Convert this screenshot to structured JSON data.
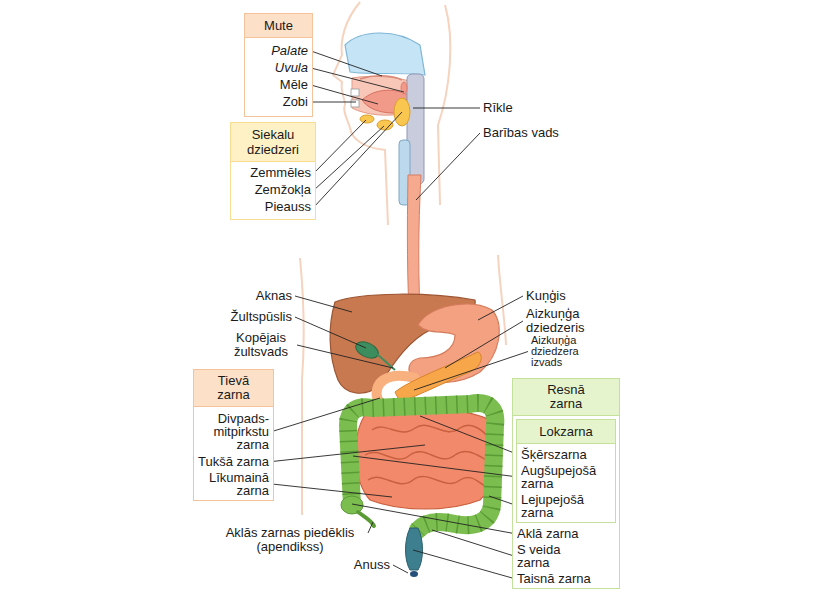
{
  "diagram": {
    "nodes": [
      {
        "text": [
          "Mute",
          "Palate",
          "Uvula",
          "Mēle",
          "Zobi"
        ]
      },
      {
        "text": [
          "Siekalu dziedzeri",
          "Zemmēles",
          "Zemžokļa",
          "Pieauss"
        ]
      },
      {
        "text": [
          "Tievā zarna",
          "Divpads- mitpirkstu zarna",
          "Tukšā zarna",
          "Līkumainā zarna"
        ]
      },
      {
        "text": [
          "Resnā zarna",
          "Aklā zarna",
          "S veida zarna",
          "Taisnā zarna"
        ]
      },
      {
        "text": [
          "Lokzarna",
          "Šķērszarna",
          "Augšupejošā zarna",
          "Lejupejošā zarna"
        ],
        "in": 3
      }
    ],
    "labels": [
      "Rīkle",
      "Barības vads",
      "Aknas",
      "Žultspūslis",
      "Kopējais žultsvads",
      "Kuņģis",
      "Aizkuņģa dziedzeris",
      "Aizkuņģa dziedzera izvads",
      "Aklās zarnas piedēklis (apendikss)",
      "Anuss"
    ]
  }
}
